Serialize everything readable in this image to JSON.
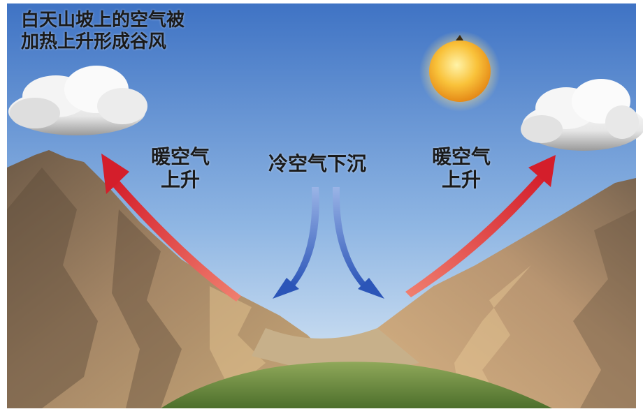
{
  "title": {
    "line1": "白天山坡上的空气被",
    "line2": "加热上升形成谷风"
  },
  "warm_air_left": {
    "line1": "暖空气",
    "line2": "上升"
  },
  "warm_air_right": {
    "line1": "暖空气",
    "line2": "上升"
  },
  "cold_air": {
    "text": "冷空气下沉"
  },
  "colors": {
    "sky_top": "#3f73c4",
    "sky_bottom": "#dbe9f5",
    "warm_arrow": "#e3343a",
    "cold_arrow": "#2f5dbf",
    "mountain": "#9c7f62",
    "valley_grass": "#6b8f3e",
    "sun": "#f7b52b"
  },
  "icons": [
    "sun-icon",
    "cloud-icon",
    "warm-air-arrow-icon",
    "cold-air-arrow-icon"
  ]
}
